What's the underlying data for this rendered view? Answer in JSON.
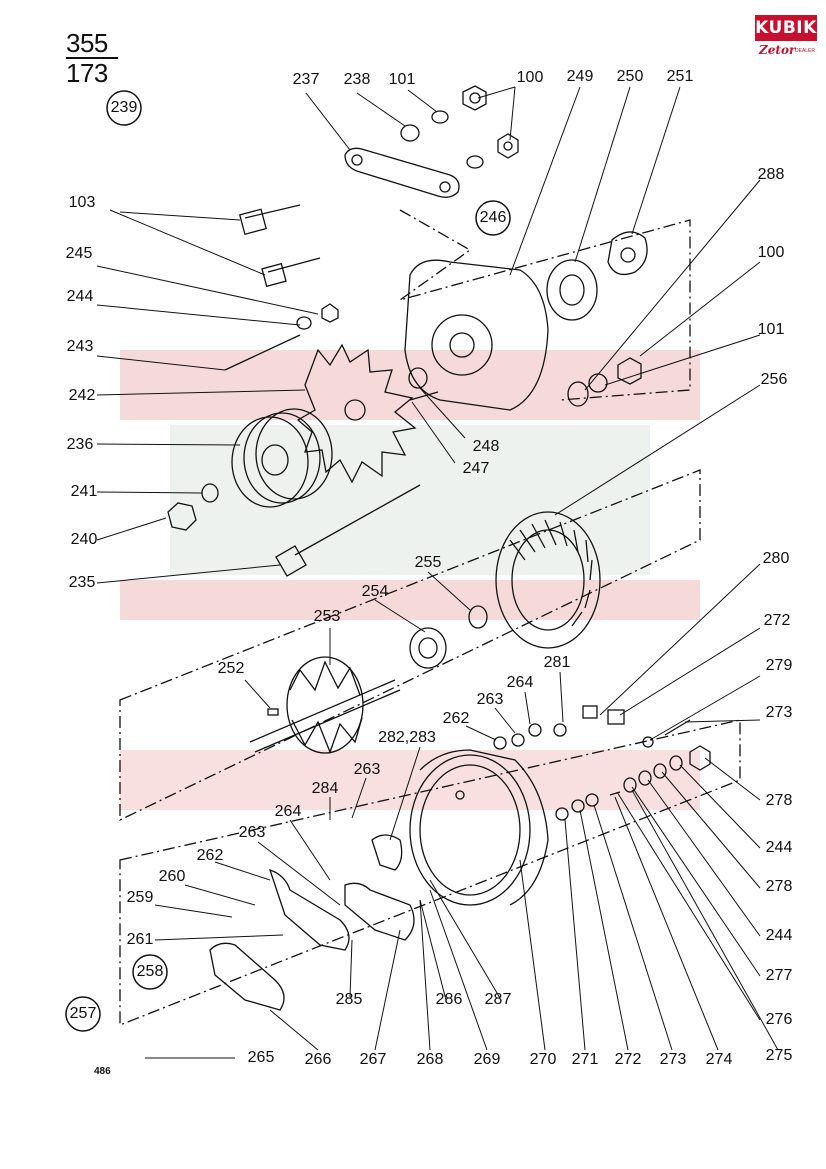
{
  "page": {
    "number_top": "355",
    "number_bottom": "173",
    "corner_number": "486"
  },
  "logo": {
    "brand": "KUBIK",
    "sub_brand": "Zetor",
    "dealer_text": "DEALER"
  },
  "assemblies": [
    "239",
    "246",
    "258",
    "257"
  ],
  "labels": [
    "237",
    "238",
    "101",
    "100",
    "249",
    "250",
    "251",
    "103",
    "288",
    "245",
    "100",
    "244",
    "101",
    "243",
    "256",
    "242",
    "236",
    "248",
    "247",
    "241",
    "240",
    "235",
    "255",
    "280",
    "254",
    "253",
    "272",
    "252",
    "279",
    "281",
    "264",
    "263",
    "273",
    "262",
    "278",
    "282,283",
    "263",
    "284",
    "244",
    "264",
    "263",
    "262",
    "278",
    "260",
    "259",
    "244",
    "261",
    "277",
    "276",
    "285",
    "286",
    "287",
    "265",
    "266",
    "267",
    "268",
    "269",
    "270",
    "271",
    "272",
    "273",
    "274",
    "275"
  ],
  "colors": {
    "ink": "#111111",
    "watermark": "#f4d3d3",
    "brand_red": "#c8102e"
  }
}
